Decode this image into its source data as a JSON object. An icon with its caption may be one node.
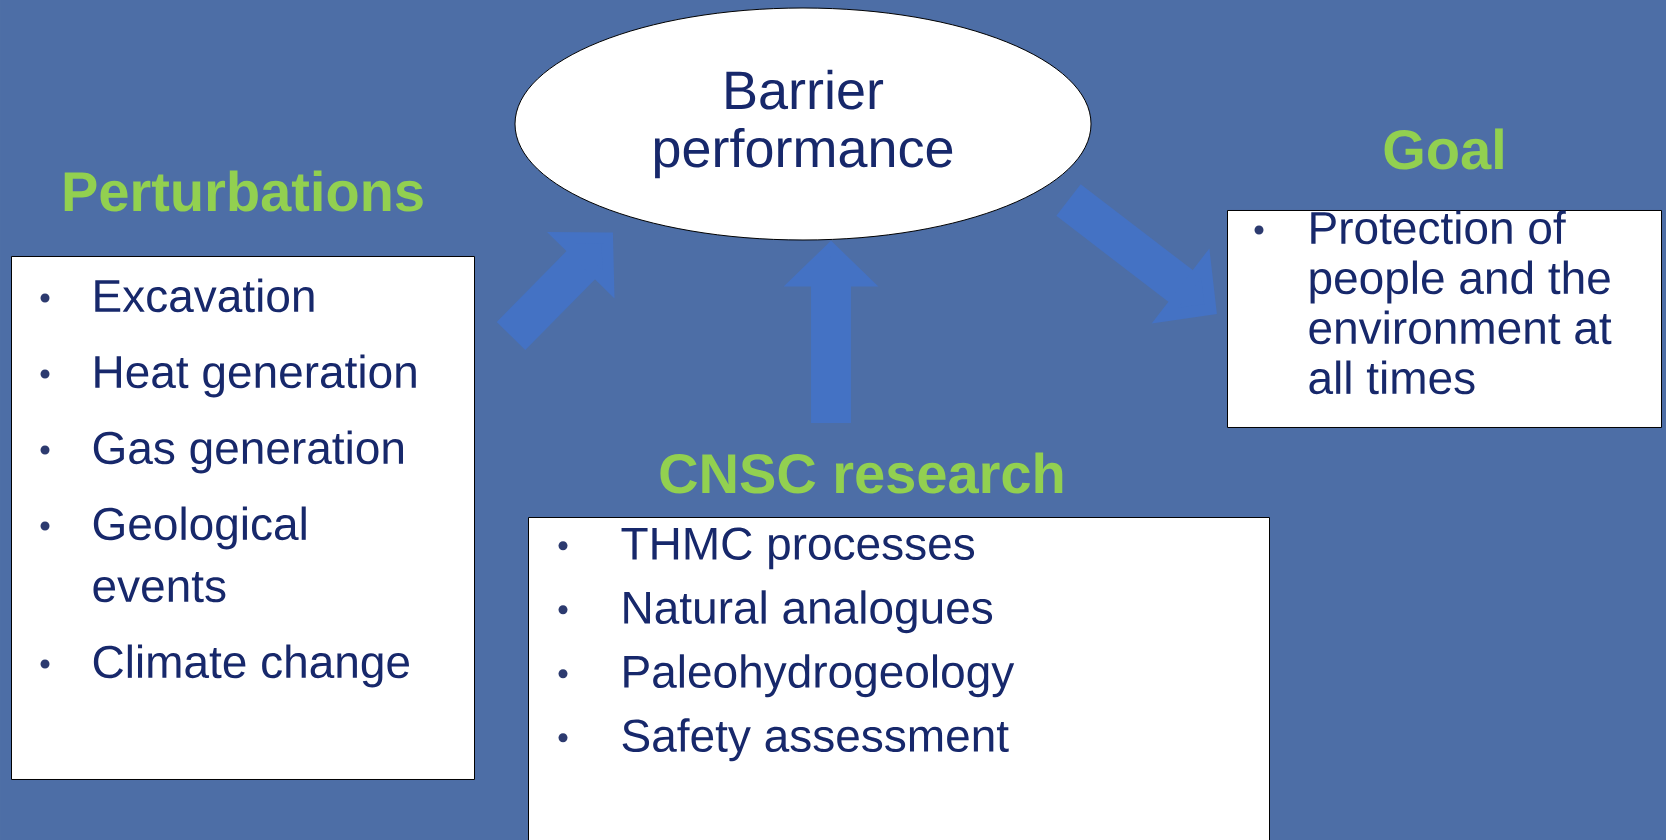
{
  "diagram": {
    "nodes": [
      {
        "text": [
          "Barrier performance"
        ]
      },
      {
        "text": [
          "Perturbations",
          "Excavation",
          "Heat generation",
          "Gas generation",
          "Geological events",
          "Climate change"
        ]
      },
      {
        "text": [
          "Goal",
          "Protection of people and the environment at all times"
        ]
      },
      {
        "text": [
          "CNSC research",
          "THMC processes",
          "Natural analogues",
          "Paleohydrogeology",
          "Safety assessment"
        ]
      }
    ],
    "edges": [
      {
        "from": 1,
        "to": 0,
        "arrow": "to"
      },
      {
        "from": 3,
        "to": 0,
        "arrow": "to"
      },
      {
        "from": 0,
        "to": 2,
        "arrow": "to"
      }
    ]
  }
}
